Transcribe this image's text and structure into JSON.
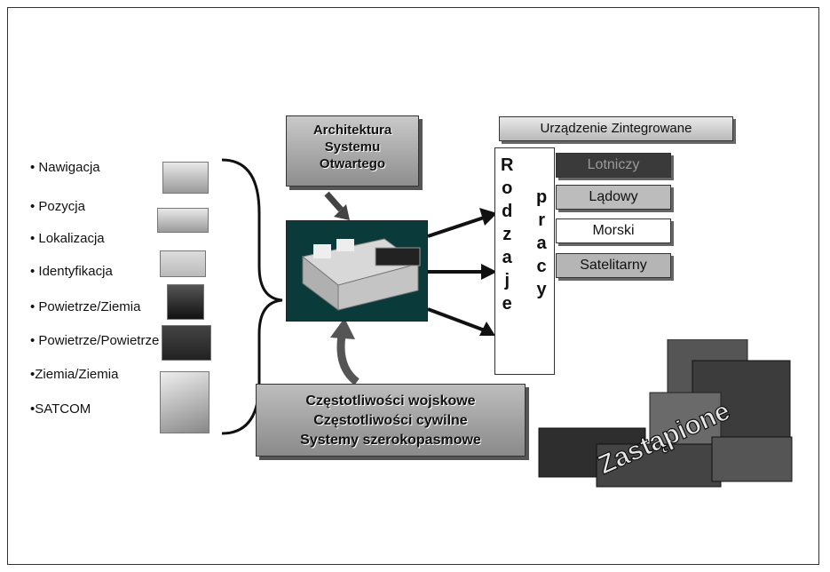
{
  "left_list": [
    "• Nawigacja",
    "• Pozycja",
    "• Lokalizacja",
    "• Identyfikacja",
    "• Powietrze/Ziemia",
    "• Powietrze/Powietrze",
    "•Ziemia/Ziemia",
    "•SATCOM"
  ],
  "arch_box": {
    "line1": "Architektura",
    "line2": "Systemu",
    "line3": "Otwartego"
  },
  "freq_box": {
    "line1": "Częstotliwości wojskowe",
    "line2": "Częstotliwości cywilne",
    "line3": "Systemy szerokopasmowe"
  },
  "rodzaje_letters": [
    "R",
    "o",
    "d",
    "z",
    "a",
    "j",
    "e"
  ],
  "pracy_letters": [
    "p",
    "r",
    "a",
    "c",
    "y"
  ],
  "header": "Urządzenie Zintegrowane",
  "categories": [
    {
      "label": "Lotniczy",
      "color": "#3a3a3a"
    },
    {
      "label": "Lądowy",
      "color": "#bcbcbc"
    },
    {
      "label": "Morski",
      "color": "#ffffff"
    },
    {
      "label": "Satelitarny",
      "color": "#b5b5b5"
    }
  ],
  "replaced_label": "Zastąpione"
}
